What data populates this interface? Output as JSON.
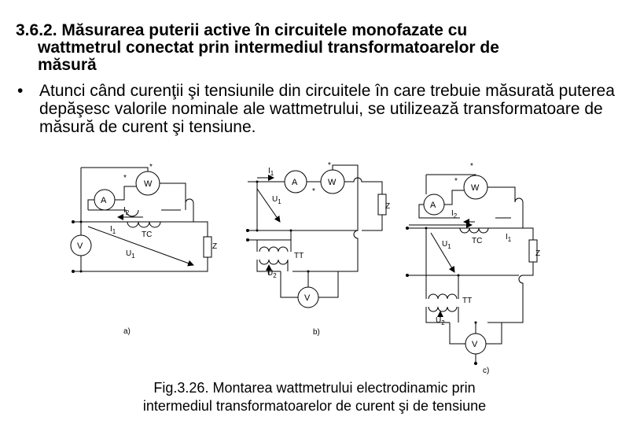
{
  "heading": {
    "number": "3.6.2.",
    "line1": "Măsurarea puterii active în circuitele monofazate cu",
    "line2": "wattmetrul conectat prin intermediul transformatoarelor de",
    "line3": "măsură"
  },
  "bullet": {
    "symbol": "•",
    "text": "Atunci când curenţii şi tensiunile din circuitele în care trebuie măsurată puterea depăşesc valorile nominale ale wattmetrului, se utilizează transformatoare de măsură de curent şi tensiune."
  },
  "labels": {
    "wattmeter": "W",
    "ammeter": "A",
    "voltmeter": "V",
    "load": "Z",
    "star": "*",
    "current_transformer": "TC",
    "voltage_transformer": "TT",
    "I": "I",
    "U": "U",
    "sub1": "1",
    "sub2": "2",
    "a": "a)",
    "b": "b)",
    "c": "c)"
  },
  "caption": {
    "line1": "Fig.3.26. Montarea wattmetrului electrodinamic prin",
    "line2": "intermediul transformatoarelor de curent şi de tensiune"
  }
}
